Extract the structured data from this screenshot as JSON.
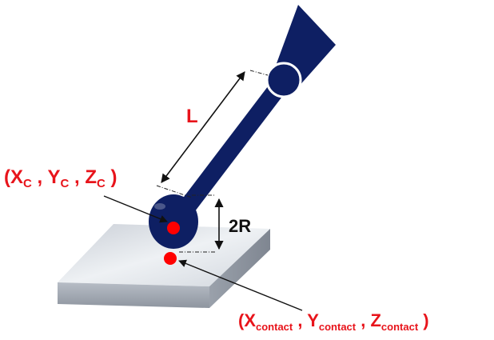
{
  "labels": {
    "length": "L",
    "diameter": "2R",
    "center": {
      "open": "(",
      "x": "X",
      "y": "Y",
      "z": "Z",
      "sub": "C",
      "sep": " , ",
      "close": " )"
    },
    "contact": {
      "open": "(",
      "x": "X",
      "y": "Y",
      "z": "Z",
      "sub": "contact",
      "sep": " , ",
      "close": " )"
    }
  },
  "colors": {
    "probe": "#0e1f63",
    "point": "#ff0000",
    "label_red": "#e8141b",
    "label_black": "#111111",
    "surface_top": "#dfe4ea",
    "surface_side": "#a9b0ba"
  }
}
